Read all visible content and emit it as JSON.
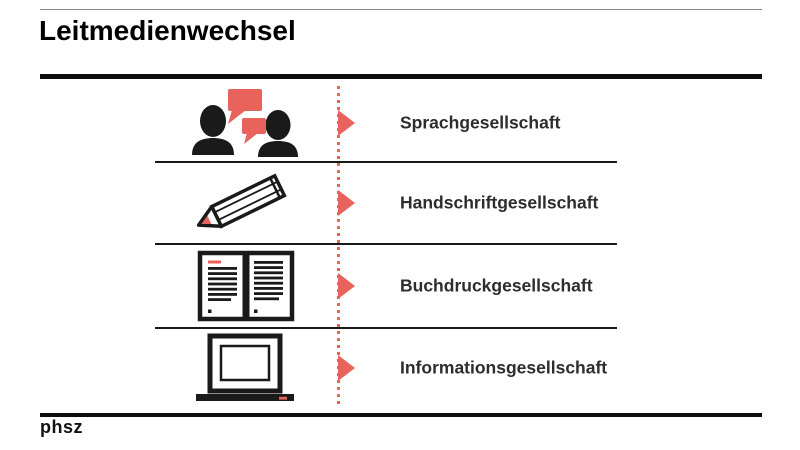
{
  "slide": {
    "title": "Leitmedienwechsel",
    "footer_logo": "phsz"
  },
  "colors": {
    "accent": "#e8635b",
    "ink": "#1a1a1a",
    "label_text": "#2d2d2d",
    "top_rule": "#8a8a8a"
  },
  "diagram": {
    "timeline_style": "vertical-dotted-line-with-right-arrows",
    "rows": [
      {
        "icon": "conversation-people-icon",
        "label": "Sprachgesellschaft"
      },
      {
        "icon": "pencil-icon",
        "label": "Handschriftgesellschaft"
      },
      {
        "icon": "open-book-icon",
        "label": "Buchdruckgesellschaft"
      },
      {
        "icon": "laptop-icon",
        "label": "Informationsgesellschaft"
      }
    ]
  }
}
